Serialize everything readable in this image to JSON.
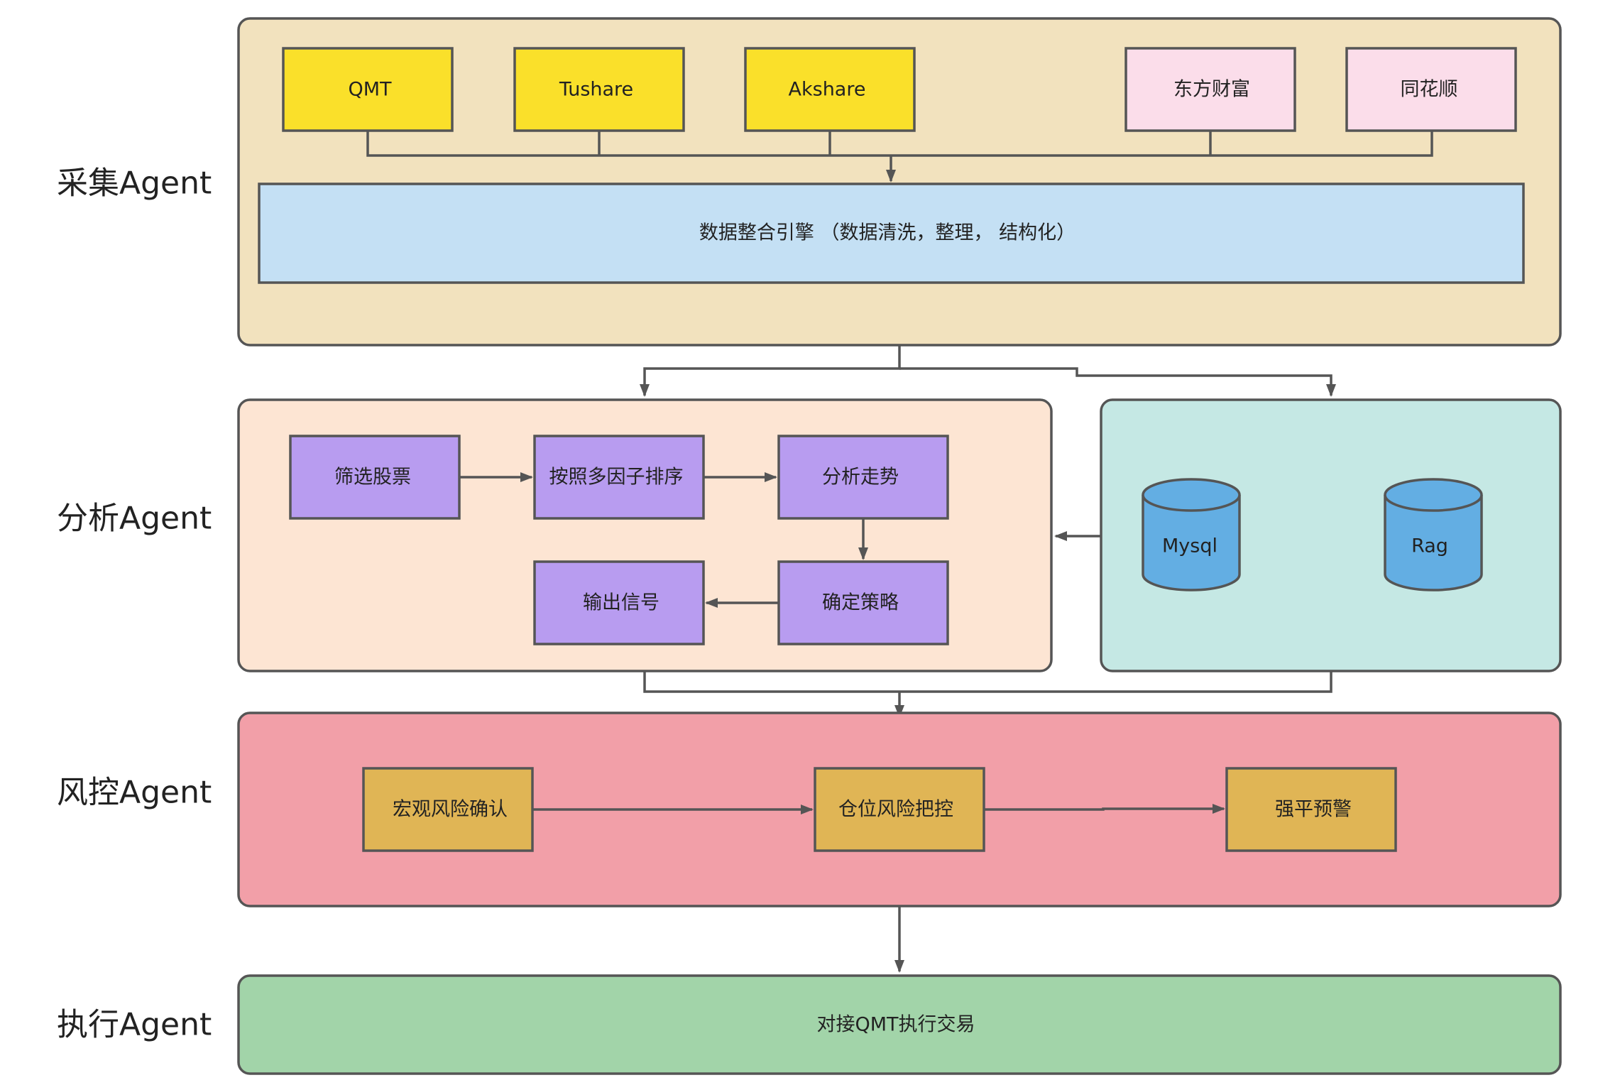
{
  "rows": {
    "collect": "采集Agent",
    "analyze": "分析Agent",
    "risk": "风控Agent",
    "execute": "执行Agent"
  },
  "sources": {
    "qmt": "QMT",
    "tushare": "Tushare",
    "akshare": "Akshare",
    "eastmoney": "东方财富",
    "tonghuashun": "同花顺"
  },
  "engine": {
    "label": "数据整合引擎 （数据清洗，整理， 结构化）"
  },
  "analysis": {
    "screen": "筛选股票",
    "rank": "按照多因子排序",
    "trend": "分析走势",
    "strategy": "确定策略",
    "signal": "输出信号"
  },
  "storage": {
    "mysql": "Mysql",
    "rag": "Rag"
  },
  "risk": {
    "macro": "宏观风险确认",
    "position": "仓位风险把控",
    "liquidation": "强平预警"
  },
  "execute": {
    "trade": "对接QMT执行交易"
  },
  "colors": {
    "collect_panel": "#F2E2BE",
    "analyze_panel": "#FDE5D3",
    "storage_panel": "#C5E8E4",
    "risk_panel": "#F29FA8",
    "execute_panel": "#A2D4A9",
    "source_yellow": "#FAE02A",
    "source_pink": "#FBDDEA",
    "engine_blue": "#C4E0F4",
    "analysis_purple": "#B89CF0",
    "db_blue": "#63AEE3",
    "risk_gold": "#E0B555",
    "border": "#555555"
  }
}
